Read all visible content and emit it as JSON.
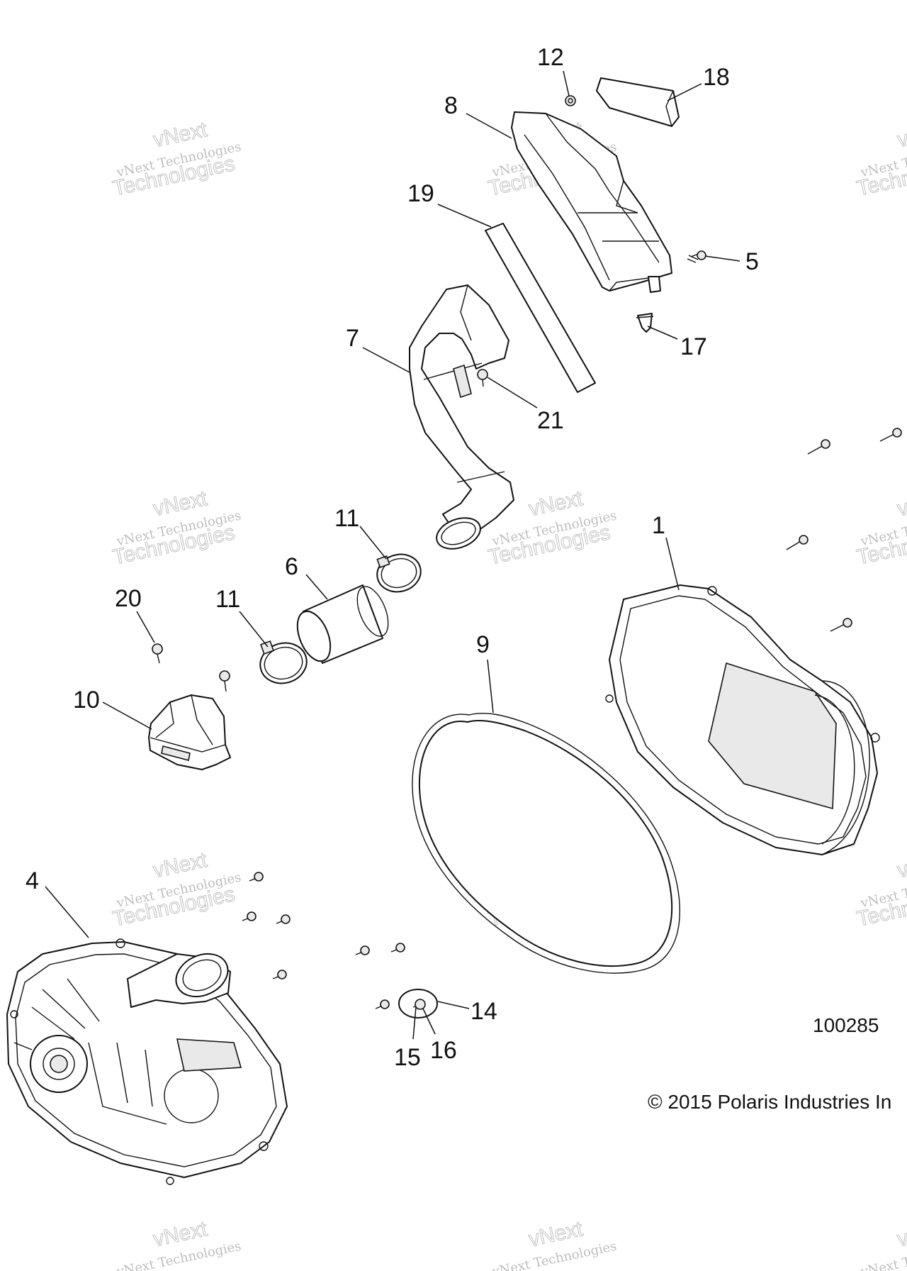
{
  "figure_number": "100285",
  "copyright": "© 2015 Polaris Industries In",
  "watermark": {
    "line1": "vNext Technologies",
    "big_top": "vNext",
    "big_bottom": "Technologies"
  },
  "callouts": [
    "1",
    "4",
    "5",
    "6",
    "7",
    "8",
    "9",
    "10",
    "11",
    "11",
    "12",
    "14",
    "15",
    "16",
    "17",
    "18",
    "19",
    "20",
    "21"
  ]
}
